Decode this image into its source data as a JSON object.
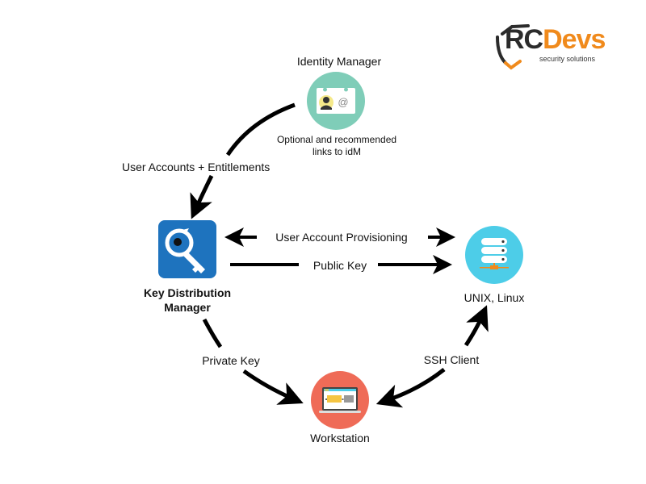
{
  "logo": {
    "brand_part1": "RC",
    "brand_part2": "Devs",
    "tagline": "security solutions",
    "colors": {
      "dark": "#2b2b2b",
      "accent": "#f08a1c"
    }
  },
  "nodes": {
    "identity_manager": {
      "label": "Identity Manager",
      "note_line1": "Optional and recommended",
      "note_line2": "links to idM",
      "color": "#7fcdb8",
      "icon": "id-card-icon"
    },
    "key_distribution_manager": {
      "label_line1": "Key Distribution",
      "label_line2": "Manager",
      "color": "#1e73be",
      "icon": "key-icon"
    },
    "unix_linux": {
      "label": "UNIX, Linux",
      "color": "#4dcde8",
      "icon": "server-icon"
    },
    "workstation": {
      "label": "Workstation",
      "color": "#ef6b57",
      "icon": "laptop-icon"
    }
  },
  "edges": {
    "idm_to_kdm": "User Accounts + Entitlements",
    "provisioning": "User Account Provisioning",
    "public_key": "Public Key",
    "private_key": "Private Key",
    "ssh_client": "SSH Client"
  }
}
